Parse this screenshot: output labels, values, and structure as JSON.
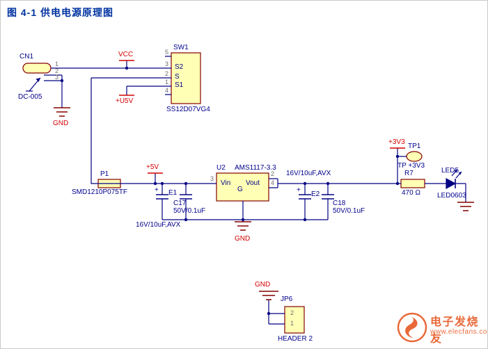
{
  "title": "图  4-1  供电电源原理图",
  "colors": {
    "wire": "#000084",
    "component_outline": "#840000",
    "component_fill": "#FFFFB5",
    "designator": "#00008B",
    "power_net": "#D40000",
    "pin_number": "#6e6e6e",
    "watermark": "#E85D2A"
  },
  "nets": {
    "vcc": "VCC",
    "u5v": "+U5V",
    "v5": "+5V",
    "v3v3": "+3V3",
    "gnd": "GND"
  },
  "components": {
    "cn1": {
      "ref": "CN1",
      "value": "DC-005",
      "pins": [
        "1",
        "2",
        "3"
      ],
      "gnd_label": "GND"
    },
    "sw1": {
      "ref": "SW1",
      "value": "SS12D07VG4",
      "pins": [
        "5",
        "3",
        "2",
        "1",
        "4"
      ],
      "contacts": [
        "S2",
        "S",
        "S1"
      ]
    },
    "p1": {
      "ref": "P1",
      "value": "SMD1210P075TF"
    },
    "u2": {
      "ref": "U2",
      "value": "AMS1117-3.3",
      "pin_in": "3",
      "pin_out_a": "2",
      "pin_out_b": "4",
      "port_in": "Vin",
      "port_out": "Vout",
      "port_gnd": "G",
      "gnd_label": "GND"
    },
    "e1": {
      "ref": "E1",
      "value": "16V/10uF,AVX",
      "polarity": "+"
    },
    "c17": {
      "ref": "C17",
      "value": "50V/0.1uF"
    },
    "e2": {
      "ref": "E2",
      "value": "16V/10uF,AVX",
      "polarity": "+"
    },
    "c18": {
      "ref": "C18",
      "value": "50V/0.1uF"
    },
    "tp1": {
      "ref": "TP1",
      "value": "TP +3V3"
    },
    "r7": {
      "ref": "R7",
      "value": "470 Ω"
    },
    "led5": {
      "ref": "LED5",
      "value": "LED0603"
    },
    "jp6": {
      "ref": "JP6",
      "value": "HEADER 2",
      "pins": [
        "2",
        "1"
      ],
      "gnd_label": "GND"
    }
  },
  "watermark": {
    "brand": "电子发烧友",
    "url": "www.elecfans.com"
  }
}
